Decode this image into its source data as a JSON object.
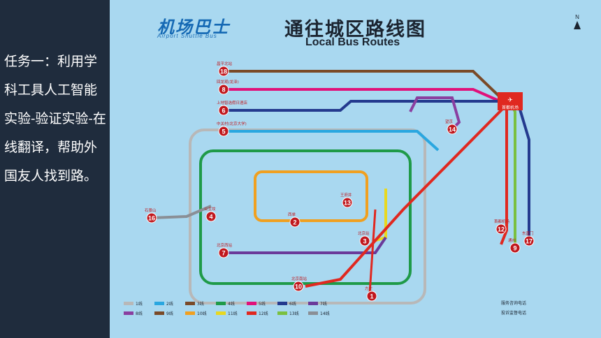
{
  "slide": {
    "task_text": "任务一：利用学科工具人工智能实验-验证实验-在线翻译，帮助外国友人找到路。"
  },
  "map": {
    "logo_cn": "机场巴士",
    "logo_en": "Airport Shuttle Bus",
    "title_cn": "通往城区路线图",
    "title_en": "Local Bus Routes",
    "north_label": "N",
    "airport_label": "首都机场",
    "routes": [
      {
        "number": "18",
        "terminal": "昌平北站",
        "color": "#7a4a28"
      },
      {
        "number": "8",
        "terminal": "回龙观(龙泽)",
        "color": "#e0117a"
      },
      {
        "number": "6",
        "terminal": "上地智选假日酒店",
        "color": "#243a8e"
      },
      {
        "number": "5",
        "terminal": "中关村(北京大学)",
        "color": "#2aa7e0"
      },
      {
        "number": "14",
        "terminal": "望京",
        "color": "#8a3fa0"
      },
      {
        "number": "4",
        "terminal": "公主坟",
        "color": "#1f9a48"
      },
      {
        "number": "16",
        "terminal": "石景山",
        "color": "#8a8f96"
      },
      {
        "number": "2",
        "terminal": "西单",
        "color": "#f0a020"
      },
      {
        "number": "13",
        "terminal": "王府井",
        "color": "#e02820"
      },
      {
        "number": "3",
        "terminal": "北京站",
        "color": "#e8d820"
      },
      {
        "number": "7",
        "terminal": "北京西站",
        "color": "#6a3a9a"
      },
      {
        "number": "10",
        "terminal": "北京南站",
        "color": "#e02820"
      },
      {
        "number": "1",
        "terminal": "方庄",
        "color": "#e02820"
      },
      {
        "number": "12",
        "terminal": "首都机场",
        "color": "#e02820"
      },
      {
        "number": "9",
        "terminal": "通州",
        "color": "#7ac040"
      },
      {
        "number": "17",
        "terminal": "东直门",
        "color": "#243a8e"
      }
    ],
    "legend": [
      {
        "label": "1线",
        "color": "#b8b8b8"
      },
      {
        "label": "2线",
        "color": "#2aa7e0"
      },
      {
        "label": "3线",
        "color": "#7a4a28"
      },
      {
        "label": "4线",
        "color": "#1f9a48"
      },
      {
        "label": "5线",
        "color": "#e0117a"
      },
      {
        "label": "6线",
        "color": "#243a8e"
      },
      {
        "label": "7线",
        "color": "#6a3a9a"
      },
      {
        "label": "8线",
        "color": "#8a3fa0"
      },
      {
        "label": "9线",
        "color": "#7a4a28"
      },
      {
        "label": "10线",
        "color": "#f0a020"
      },
      {
        "label": "11线",
        "color": "#e8d820"
      },
      {
        "label": "12线",
        "color": "#e02820"
      },
      {
        "label": "13线",
        "color": "#7ac040"
      },
      {
        "label": "14线",
        "color": "#8a8f96"
      }
    ],
    "service_hotline": "服务咨询电话",
    "complaint_hotline": "投诉监督电话"
  }
}
